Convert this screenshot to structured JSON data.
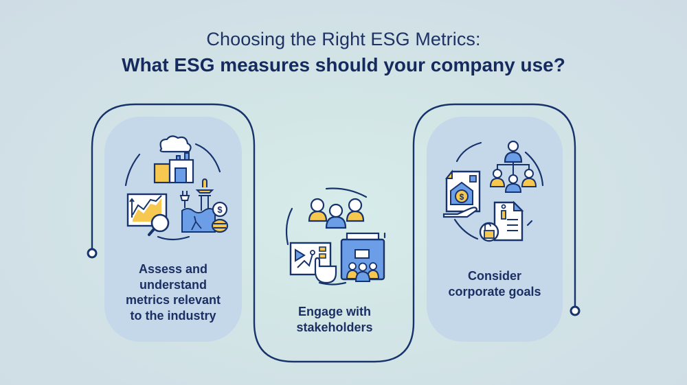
{
  "header": {
    "title": "Choosing the Right ESG Metrics:",
    "subtitle": "What ESG measures should your company use?"
  },
  "cards": [
    {
      "id": "assess",
      "label_lines": [
        "Assess and",
        "understand",
        "metrics relevant",
        "to the industry"
      ],
      "icon": "factory-chart-energy-coins-icon"
    },
    {
      "id": "engage",
      "label_lines": [
        "Engage with",
        "stakeholders"
      ],
      "icon": "stakeholders-presentation-briefcase-icon"
    },
    {
      "id": "consider",
      "label_lines": [
        "Consider",
        "corporate goals"
      ],
      "icon": "policy-hierarchy-document-icon"
    }
  ],
  "colors": {
    "navy": "#17336b",
    "yellow": "#f7c84f",
    "blue": "#6b9ee6",
    "card_fill": "#c5d8ea",
    "background": "#d3e6e6"
  }
}
